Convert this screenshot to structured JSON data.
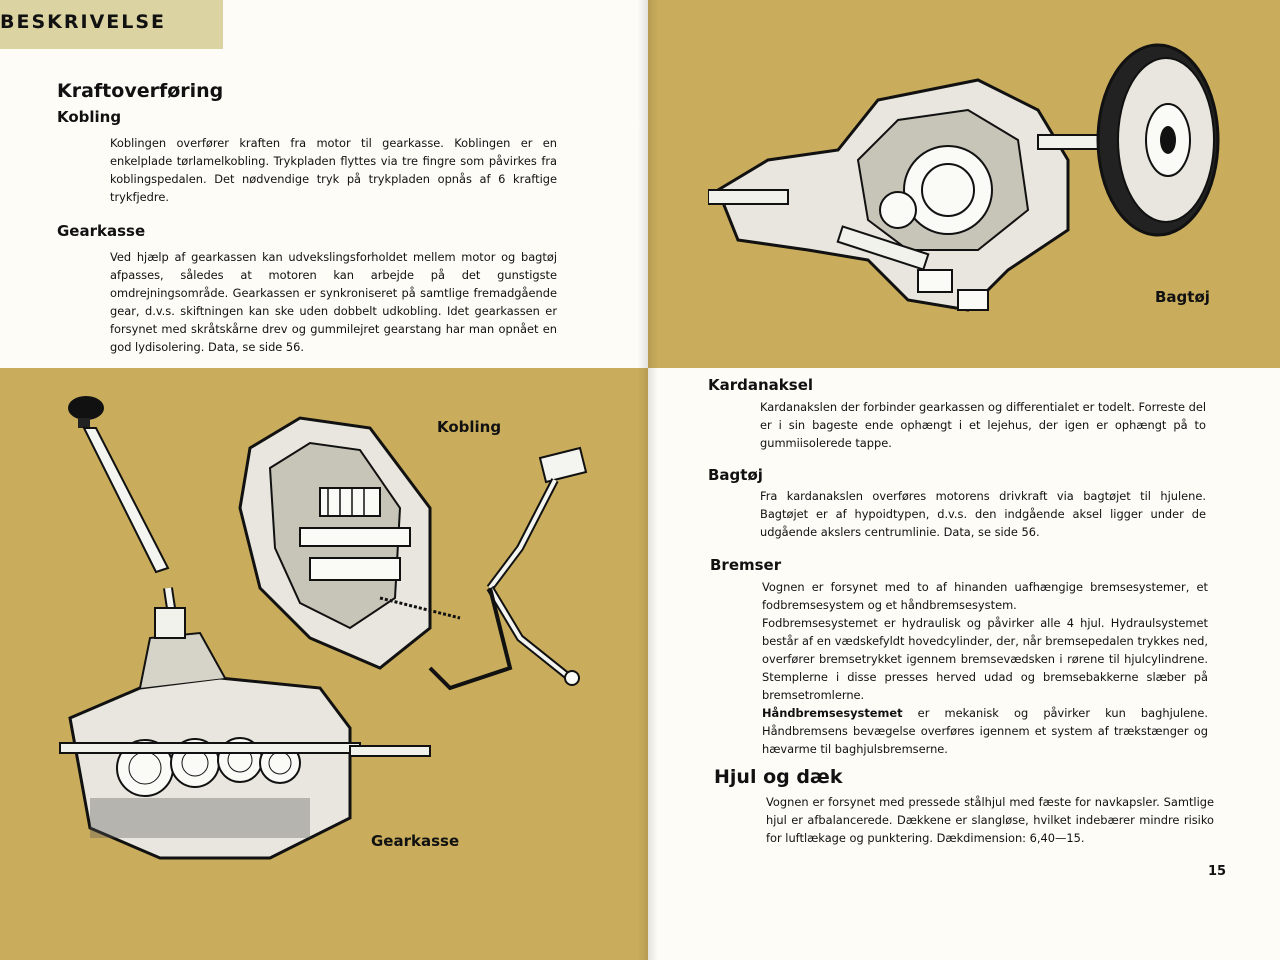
{
  "left": {
    "header": "BESKRIVELSE",
    "section_title": "Kraftoverføring",
    "kobling": {
      "heading": "Kobling",
      "text": "Koblingen overfører kraften fra motor til gearkasse. Koblingen er en enkelplade tørlamelkobling. Trykpladen flyttes via tre fingre som påvirkes fra koblingspedalen. Det nødvendige tryk på trykpladen opnås af 6 kraftige trykfjedre."
    },
    "gearkasse": {
      "heading": "Gearkasse",
      "text": "Ved hjælp af gearkassen kan udvekslingsforholdet mellem motor og bagtøj afpasses, således at motoren kan arbejde på det gunstigste omdrejningsområde. Gearkassen er synkroniseret på samtlige fremadgående gear, d.v.s. skiftningen kan ske uden dobbelt udkobling. Idet gearkassen er forsynet med skråtskårne drev og gummilejret gearstang har man opnået en god lydisolering. Data, se side 56."
    },
    "captions": {
      "kobling": "Kobling",
      "gearkasse": "Gearkasse"
    }
  },
  "right": {
    "captions": {
      "bagtoj": "Bagtøj"
    },
    "kardanaksel": {
      "heading": "Kardanaksel",
      "text": "Kardanakslen der forbinder gearkassen og differentialet er todelt. Forreste del er i sin bageste ende ophængt i et lejehus, der igen er ophængt på to gummiisolerede tappe."
    },
    "bagtoj": {
      "heading": "Bagtøj",
      "text": "Fra kardanakslen overføres motorens drivkraft via bagtøjet til hjulene. Bagtøjet er af hypoidtypen, d.v.s. den indgående aksel ligger under de udgående akslers centrumlinie. Data, se side 56."
    },
    "bremser": {
      "heading": "Bremser",
      "p1": "Vognen er forsynet med to af hinanden uafhængige bremsesystemer, et fodbremsesystem og et håndbremsesystem.",
      "p2": "Fodbremsesystemet er hydraulisk og påvirker alle 4 hjul. Hydraulsystemet består af en vædskefyldt hovedcylinder, der, når bremsepedalen trykkes ned, overfører bremsetrykket igennem bremsevædsken i rørene til hjulcylindrene. Stemplerne i disse presses herved udad og bremsebakkerne slæber på bremsetromlerne.",
      "p3_bold": "Håndbremsesystemet",
      "p3_rest": " er mekanisk og påvirker kun baghjulene. Håndbremsens bevægelse overføres igennem et system af trækstænger og hævarme til baghjulsbremserne."
    },
    "hjul": {
      "heading": "Hjul og dæk",
      "text": "Vognen er forsynet med pressede stålhjul med fæste for navkapsler. Samtlige hjul er afbalancerede. Dækkene er slangløse, hvilket indebærer mindre risiko for luftlækage og punktering. Dækdimension: 6,40—15."
    },
    "page_number": "15"
  },
  "colors": {
    "ochre": "#c9ad5c",
    "paper": "#fdfcf7",
    "header_band": "#dcd3a3"
  }
}
